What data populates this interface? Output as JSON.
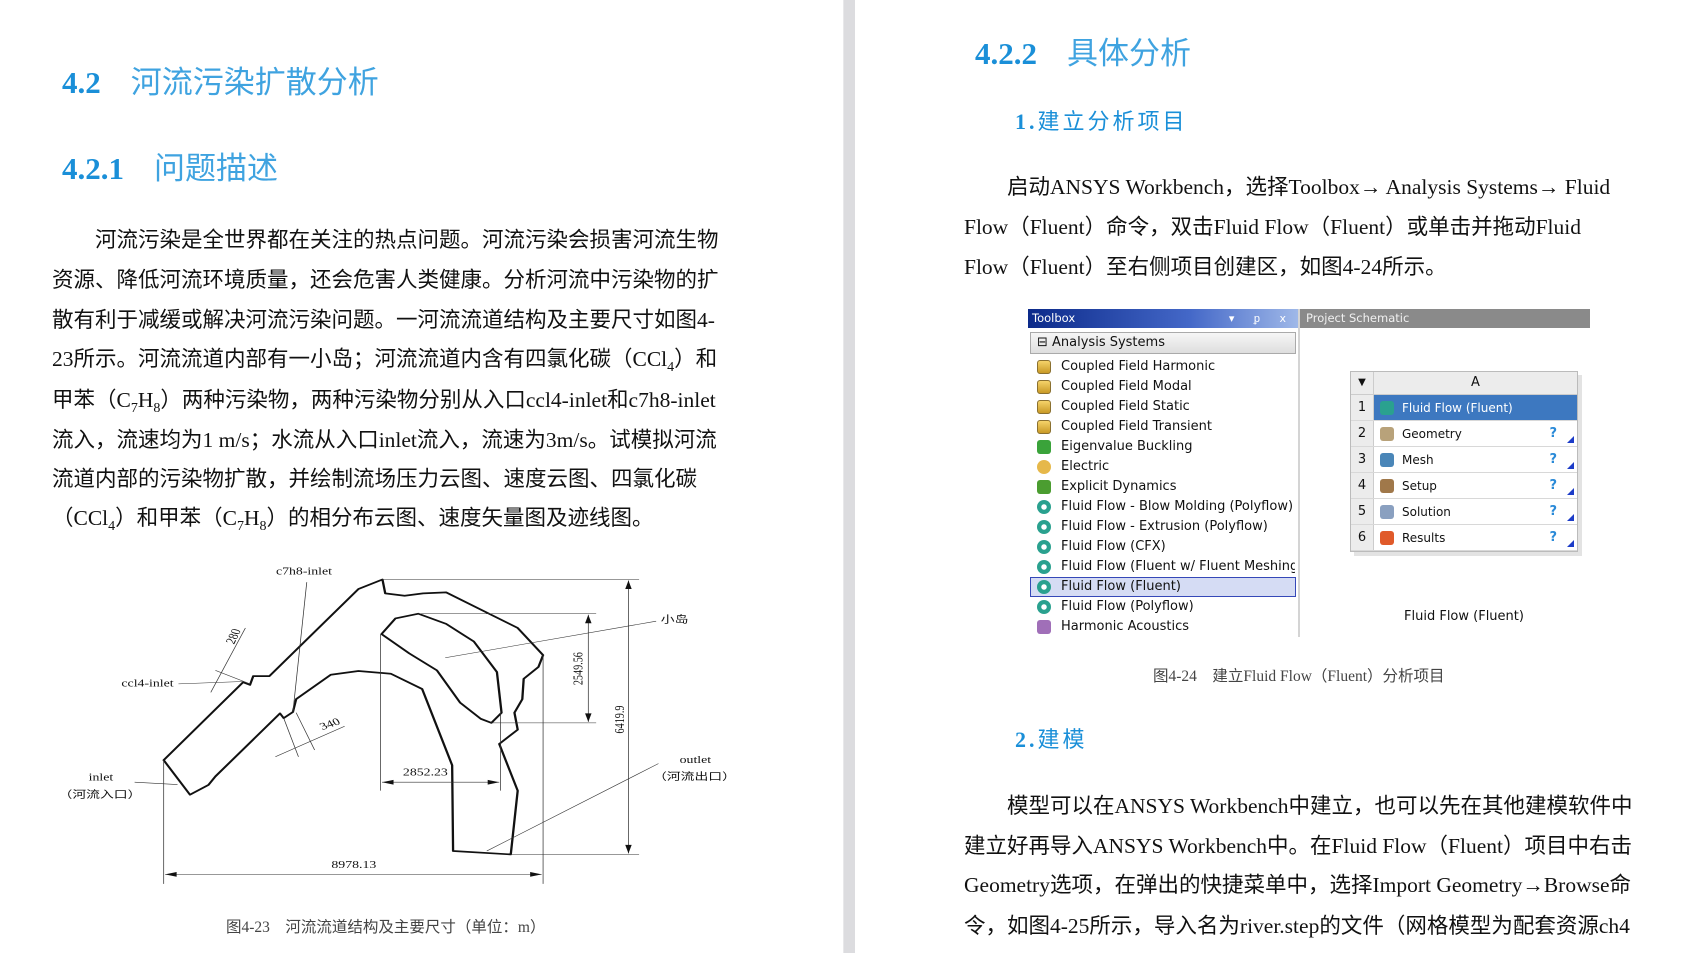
{
  "left_page": {
    "section": {
      "number": "4.2",
      "title": "河流污染扩散分析"
    },
    "subsection": {
      "number": "4.2.1",
      "title": "问题描述"
    },
    "paragraph_lines": [
      [
        {
          "t": "　　河流污染是全世界都在关注的热点问题。河流污染会损害河流生物"
        }
      ],
      [
        {
          "t": "资源、降低河流环境质量，还会危害人类健康。分析河流中污染物的扩"
        }
      ],
      [
        {
          "t": "散有利于减缓或解决河流污染问题。一河流流道结构及主要尺寸如图4-"
        }
      ],
      [
        {
          "t": "23所示。河流流道内部有一小岛；河流流道内含有四氯化碳（CCl"
        },
        {
          "t": "4",
          "sub": true
        },
        {
          "t": "）和"
        }
      ],
      [
        {
          "t": "甲苯（C"
        },
        {
          "t": "7",
          "sub": true
        },
        {
          "t": "H"
        },
        {
          "t": "8",
          "sub": true
        },
        {
          "t": "）两种污染物，两种污染物分别从入口ccl4-inlet和c7h8-inlet"
        }
      ],
      [
        {
          "t": "流入，流速均为1 m/s；水流从入口inlet流入，流速为3m/s。试模拟河流"
        }
      ],
      [
        {
          "t": "流道内部的污染物扩散，并绘制流场压力云图、速度云图、四氯化碳"
        }
      ],
      [
        {
          "t": "（CCl"
        },
        {
          "t": "4",
          "sub": true
        },
        {
          "t": "）和甲苯（C"
        },
        {
          "t": "7",
          "sub": true
        },
        {
          "t": "H"
        },
        {
          "t": "8",
          "sub": true
        },
        {
          "t": "）的相分布云图、速度矢量图及迹线图。"
        }
      ]
    ],
    "figure": {
      "labels": {
        "c7h8_inlet": "c7h8-inlet",
        "ccl4_inlet": "ccl4-inlet",
        "inlet": "inlet",
        "inlet_cn": "（河流入口）",
        "outlet": "outlet",
        "outlet_cn": "（河流出口）",
        "island": "小岛"
      },
      "dimensions": {
        "d280": "280",
        "d340": "340",
        "d2549": "2549.56",
        "d6419": "6419.9",
        "d2852": "2852.23",
        "d8978": "8978.13"
      },
      "caption": "图4-23　河流流道结构及主要尺寸（单位：m）"
    }
  },
  "right_page": {
    "subsection": {
      "number": "4.2.2",
      "title": "具体分析"
    },
    "step1": {
      "number": "1.",
      "title": "建立分析项目"
    },
    "para1_lines": [
      "　　启动ANSYS Workbench，选择Toolbox→ Analysis Systems→ Fluid",
      "Flow（Fluent）命令，双击Fluid Flow（Fluent）或单击并拖动Fluid",
      "Flow（Fluent）至右侧项目创建区，如图4-24所示。"
    ],
    "figure": {
      "toolbox": {
        "title": "Toolbox",
        "controls": "▾ ᵱ x",
        "group": "⊟ Analysis Systems",
        "items": [
          {
            "label": "Coupled Field Harmonic",
            "icon": "coupled"
          },
          {
            "label": "Coupled Field Modal",
            "icon": "coupled"
          },
          {
            "label": "Coupled Field Static",
            "icon": "coupled"
          },
          {
            "label": "Coupled Field Transient",
            "icon": "coupled"
          },
          {
            "label": "Eigenvalue Buckling",
            "icon": "eigen"
          },
          {
            "label": "Electric",
            "icon": "electric"
          },
          {
            "label": "Explicit Dynamics",
            "icon": "explicit"
          },
          {
            "label": "Fluid Flow - Blow Molding (Polyflow)",
            "icon": "fluid"
          },
          {
            "label": "Fluid Flow - Extrusion (Polyflow)",
            "icon": "fluid"
          },
          {
            "label": "Fluid Flow (CFX)",
            "icon": "fluid"
          },
          {
            "label": "Fluid Flow (Fluent w/ Fluent Meshing)",
            "icon": "fluid"
          },
          {
            "label": "Fluid Flow (Fluent)",
            "icon": "fluid",
            "selected": true
          },
          {
            "label": "Fluid Flow (Polyflow)",
            "icon": "fluid"
          },
          {
            "label": "Harmonic Acoustics",
            "icon": "harmonic"
          }
        ]
      },
      "schematic": {
        "title": "Project Schematic",
        "column": "A",
        "rows": [
          {
            "n": "1",
            "label": "Fluid Flow (Fluent)",
            "color": "#2aa18f",
            "status": ""
          },
          {
            "n": "2",
            "label": "Geometry",
            "color": "#b8a27a",
            "status": "?"
          },
          {
            "n": "3",
            "label": "Mesh",
            "color": "#4a86b8",
            "status": "?"
          },
          {
            "n": "4",
            "label": "Setup",
            "color": "#a0784a",
            "status": "?"
          },
          {
            "n": "5",
            "label": "Solution",
            "color": "#8aa0c0",
            "status": "?"
          },
          {
            "n": "6",
            "label": "Results",
            "color": "#e05a2a",
            "status": "?"
          }
        ],
        "system_name": "Fluid Flow (Fluent)"
      },
      "caption": "图4-24　建立Fluid Flow（Fluent）分析项目"
    },
    "step2": {
      "number": "2.",
      "title": "建模"
    },
    "para2_lines": [
      "　　模型可以在ANSYS Workbench中建立，也可以先在其他建模软件中",
      "建立好再导入ANSYS Workbench中。在Fluid Flow（Fluent）项目中右击",
      "Geometry选项，在弹出的快捷菜单中，选择Import Geometry→Browse命",
      "令，如图4-25所示，导入名为river.step的文件（网格模型为配套资源ch4"
    ]
  },
  "colors": {
    "heading": "#1a8fd8",
    "selection": "#3d78c0"
  }
}
